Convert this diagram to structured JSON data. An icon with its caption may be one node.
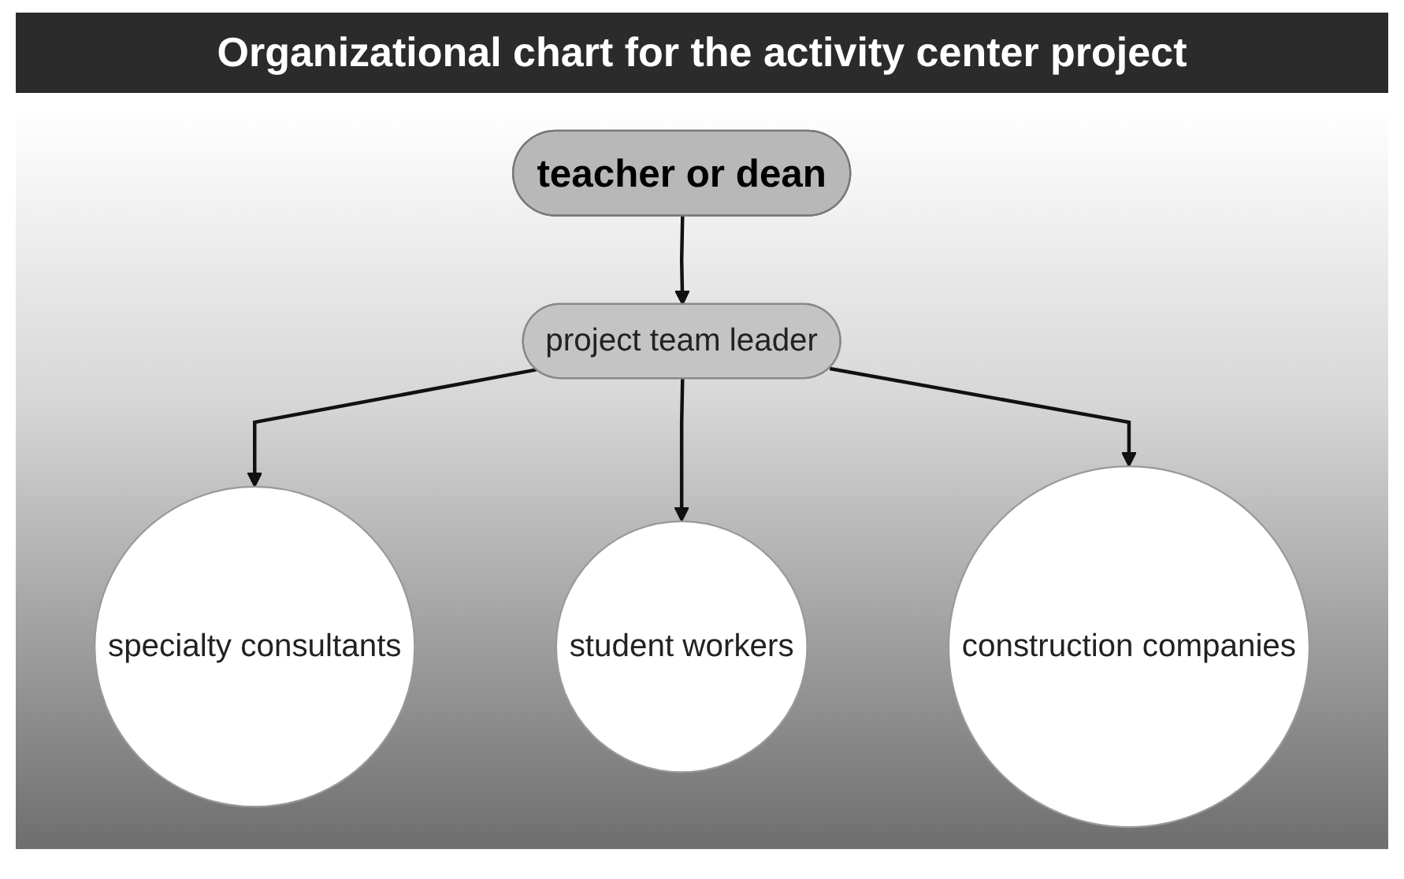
{
  "diagram": {
    "title": "Organizational chart for the activity center project",
    "nodes": [
      {
        "text": [
          "teacher or dean"
        ]
      },
      {
        "text": [
          "project team leader"
        ]
      },
      {
        "text": [
          "specialty consultants"
        ]
      },
      {
        "text": [
          "student workers"
        ]
      },
      {
        "text": [
          "construction companies"
        ]
      }
    ],
    "edges": [
      {
        "from": 0,
        "to": 1,
        "arrow": "to"
      },
      {
        "from": 1,
        "to": 2,
        "arrow": "to"
      },
      {
        "from": 1,
        "to": 3,
        "arrow": "to"
      },
      {
        "from": 1,
        "to": 4,
        "arrow": "to"
      }
    ]
  }
}
